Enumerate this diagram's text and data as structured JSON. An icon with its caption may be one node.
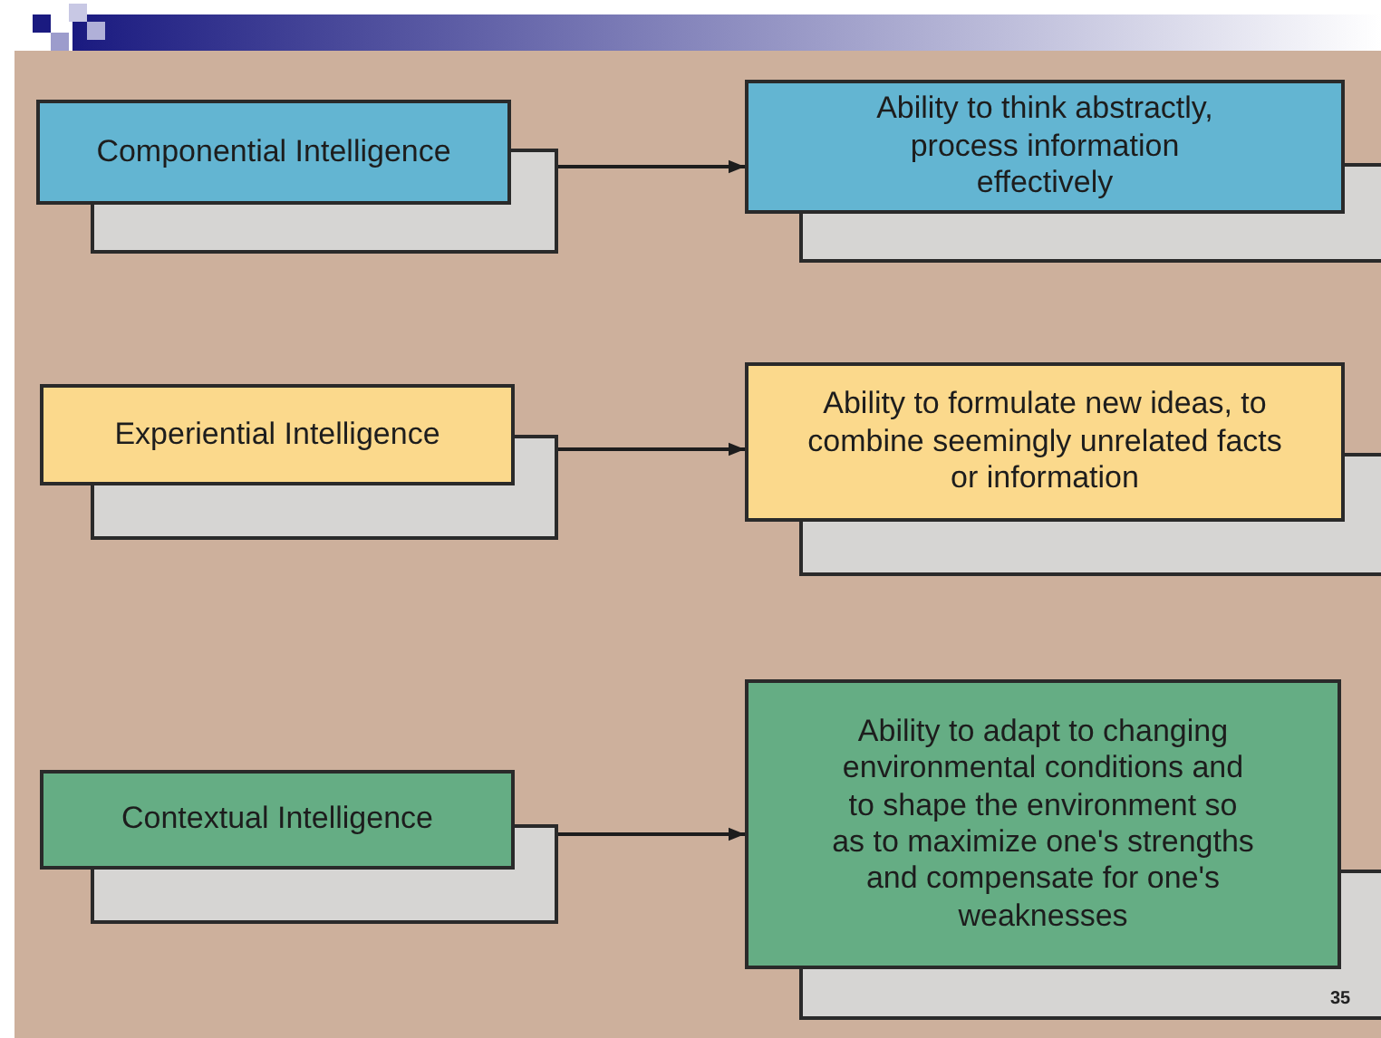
{
  "diagram": {
    "nodes": [
      {
        "text": [
          "Componential Intelligence"
        ]
      },
      {
        "text": [
          "Ability to think abstractly, process information effectively"
        ]
      },
      {
        "text": [
          "Experiential Intelligence"
        ]
      },
      {
        "text": [
          "Ability to formulate new ideas, to combine seemingly unrelated facts or information"
        ]
      },
      {
        "text": [
          "Contextual Intelligence"
        ]
      },
      {
        "text": [
          "Ability to adapt to changing environmental conditions and to shape the environment so as to maximize one's strengths and compensate for one's weaknesses"
        ]
      }
    ],
    "edges": [
      {
        "from": 0,
        "to": 1,
        "arrow": "to"
      },
      {
        "from": 2,
        "to": 3,
        "arrow": "to"
      },
      {
        "from": 4,
        "to": 5,
        "arrow": "to"
      }
    ],
    "labels": [
      "35"
    ]
  }
}
